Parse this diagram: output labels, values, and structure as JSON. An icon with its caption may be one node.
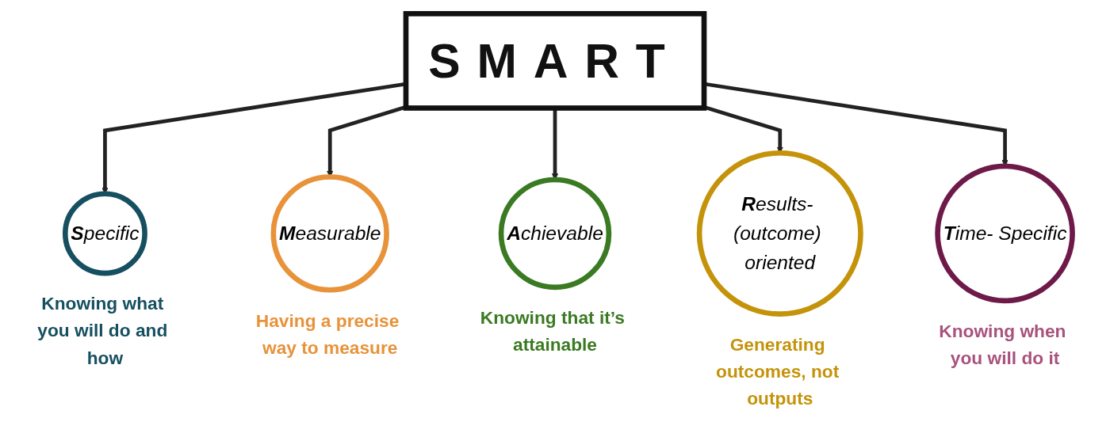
{
  "diagram": {
    "nodes": [
      {
        "text": [
          "SMART"
        ]
      },
      {
        "text": [
          "**S**pecific"
        ],
        "beside": [
          "Knowing what you will do and how"
        ]
      },
      {
        "text": [
          "**M**easurable"
        ],
        "beside": [
          "Having a precise way to measure"
        ]
      },
      {
        "text": [
          "**A**chievable"
        ],
        "beside": [
          "Knowing that it’s attainable"
        ]
      },
      {
        "text": [
          "**R**esults- (outcome) oriented"
        ],
        "beside": [
          "Generating outcomes, not outputs"
        ]
      },
      {
        "text": [
          "**T**ime- Specific"
        ],
        "beside": [
          "Knowing when you will do it"
        ]
      }
    ],
    "edges": [
      {
        "from": 0,
        "to": 1,
        "arrow": "to"
      },
      {
        "from": 0,
        "to": 2,
        "arrow": "to"
      },
      {
        "from": 0,
        "to": 3,
        "arrow": "to"
      },
      {
        "from": 0,
        "to": 4,
        "arrow": "to"
      },
      {
        "from": 0,
        "to": 5,
        "arrow": "to"
      }
    ]
  }
}
